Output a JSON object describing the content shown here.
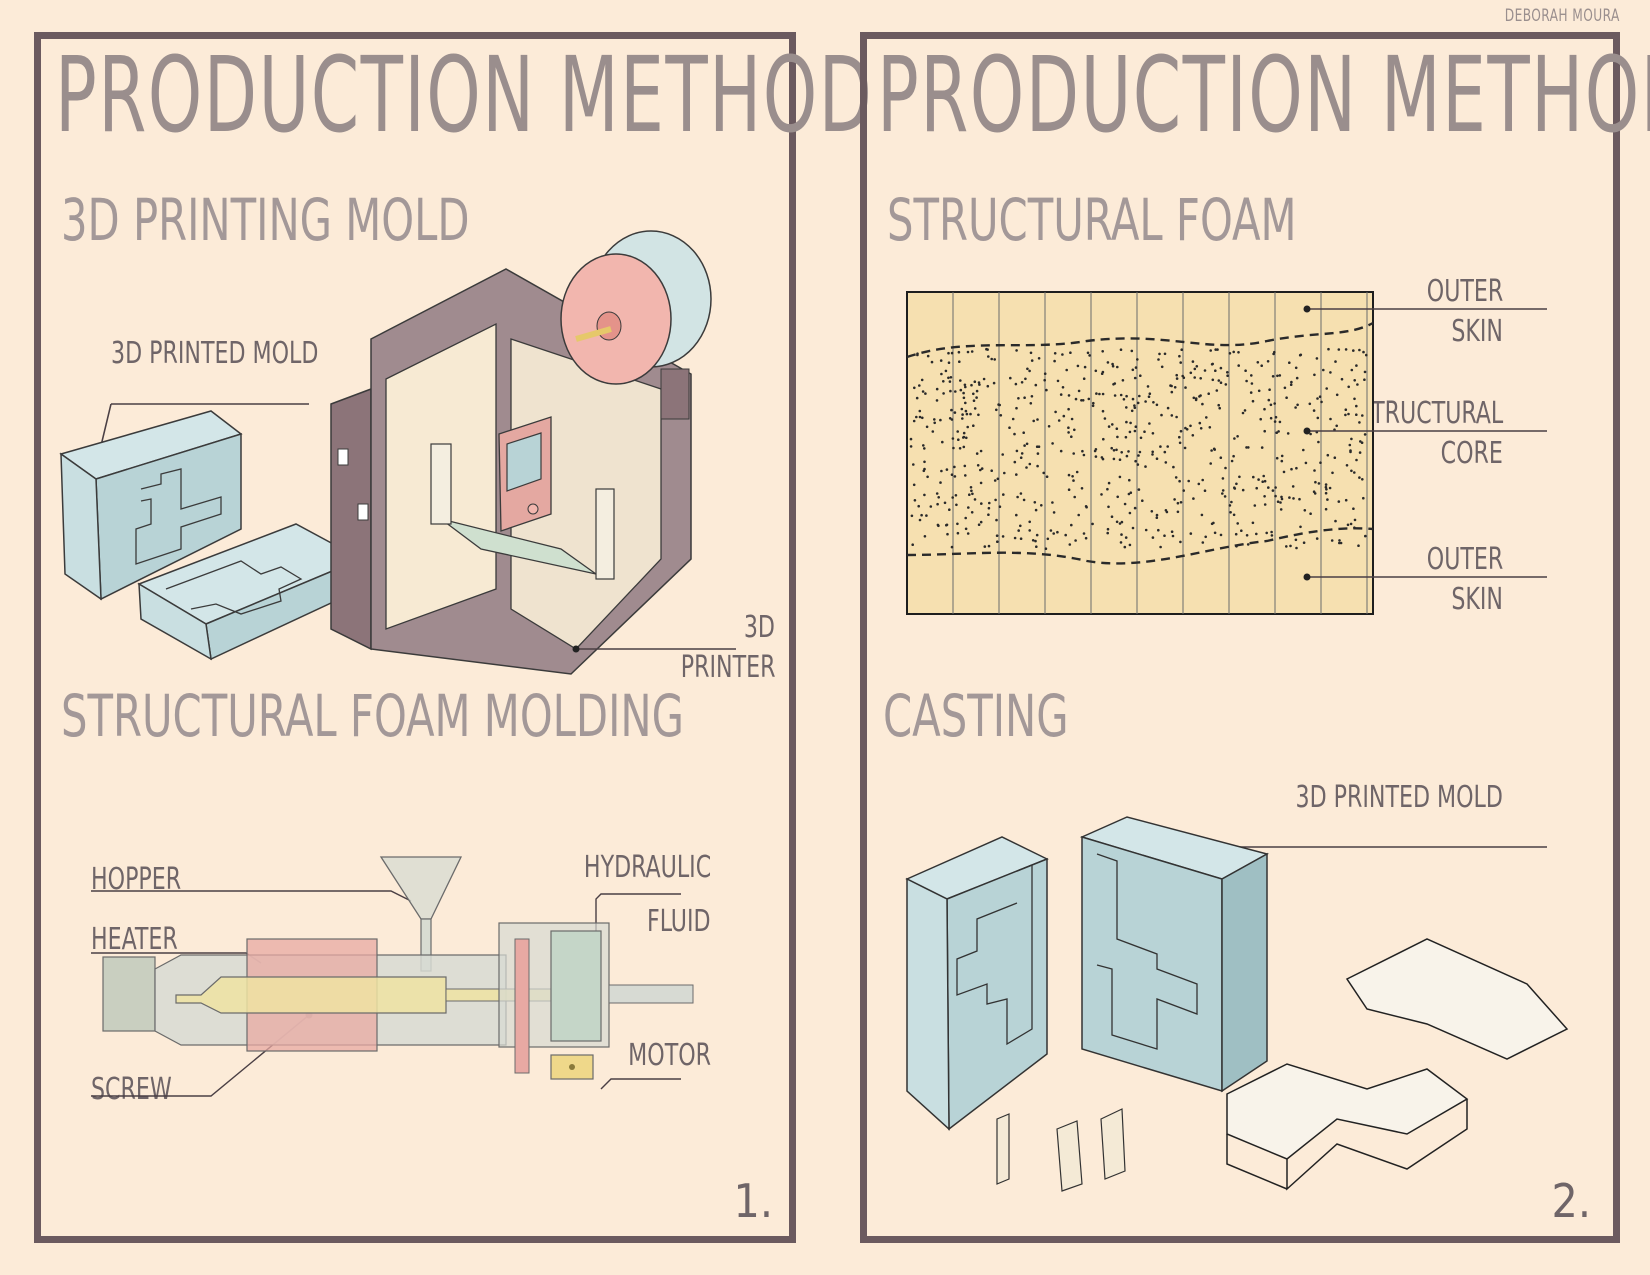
{
  "author": "DEBORAH MOURA",
  "panels": [
    {
      "title": "PRODUCTION METHOD",
      "section_a": "3D PRINTING MOLD",
      "section_b": "STRUCTURAL FOAM MOLDING",
      "labels": {
        "printed_mold": "3D PRINTED MOLD",
        "printer_line1": "3D",
        "printer_line2": "PRINTER",
        "hopper": "HOPPER",
        "heater": "HEATER",
        "screw": "SCREW",
        "hydraulic_line1": "HYDRAULIC",
        "hydraulic_line2": "FLUID",
        "motor": "MOTOR"
      },
      "page_number": "1."
    },
    {
      "title": "PRODUCTION METHOD",
      "section_a": "STRUCTURAL FOAM",
      "section_b": "CASTING",
      "labels": {
        "outer_skin_top_1": "OUTER",
        "outer_skin_top_2": "SKIN",
        "core_1": "STRUCTURAL",
        "core_2": "CORE",
        "outer_skin_bottom_1": "OUTER",
        "outer_skin_bottom_2": "SKIN",
        "printed_mold": "3D PRINTED MOLD"
      },
      "page_number": "2."
    }
  ],
  "colors": {
    "background": "#fcebd8",
    "frame": "#6b5a5f",
    "mold_blue": "#b8d3d6",
    "printer_brown": "#8c7479",
    "foam_yellow": "#f6e0b0",
    "heater_red": "#e8a9a3",
    "spool_pink": "#f2b6ae"
  }
}
